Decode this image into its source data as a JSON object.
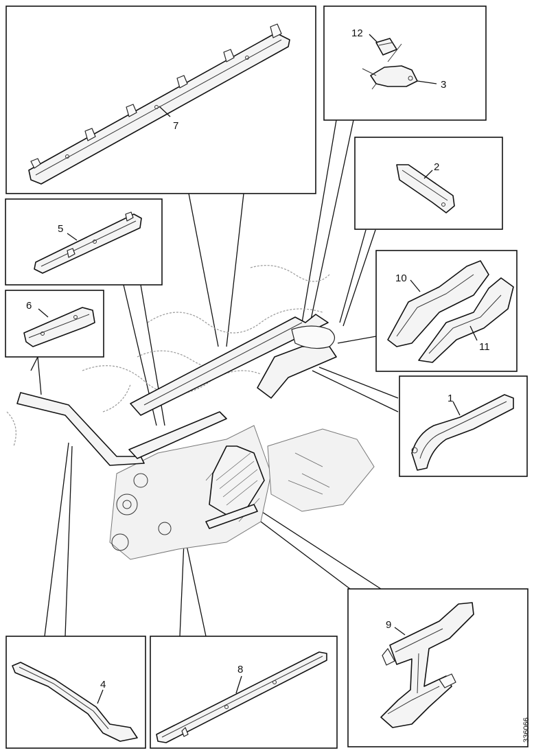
{
  "callouts": {
    "c1": "1",
    "c2": "2",
    "c3": "3",
    "c4": "4",
    "c5": "5",
    "c6": "6",
    "c7": "7",
    "c8": "8",
    "c9": "9",
    "c10": "10",
    "c11": "11",
    "c12": "12"
  },
  "reference_code": "336066"
}
